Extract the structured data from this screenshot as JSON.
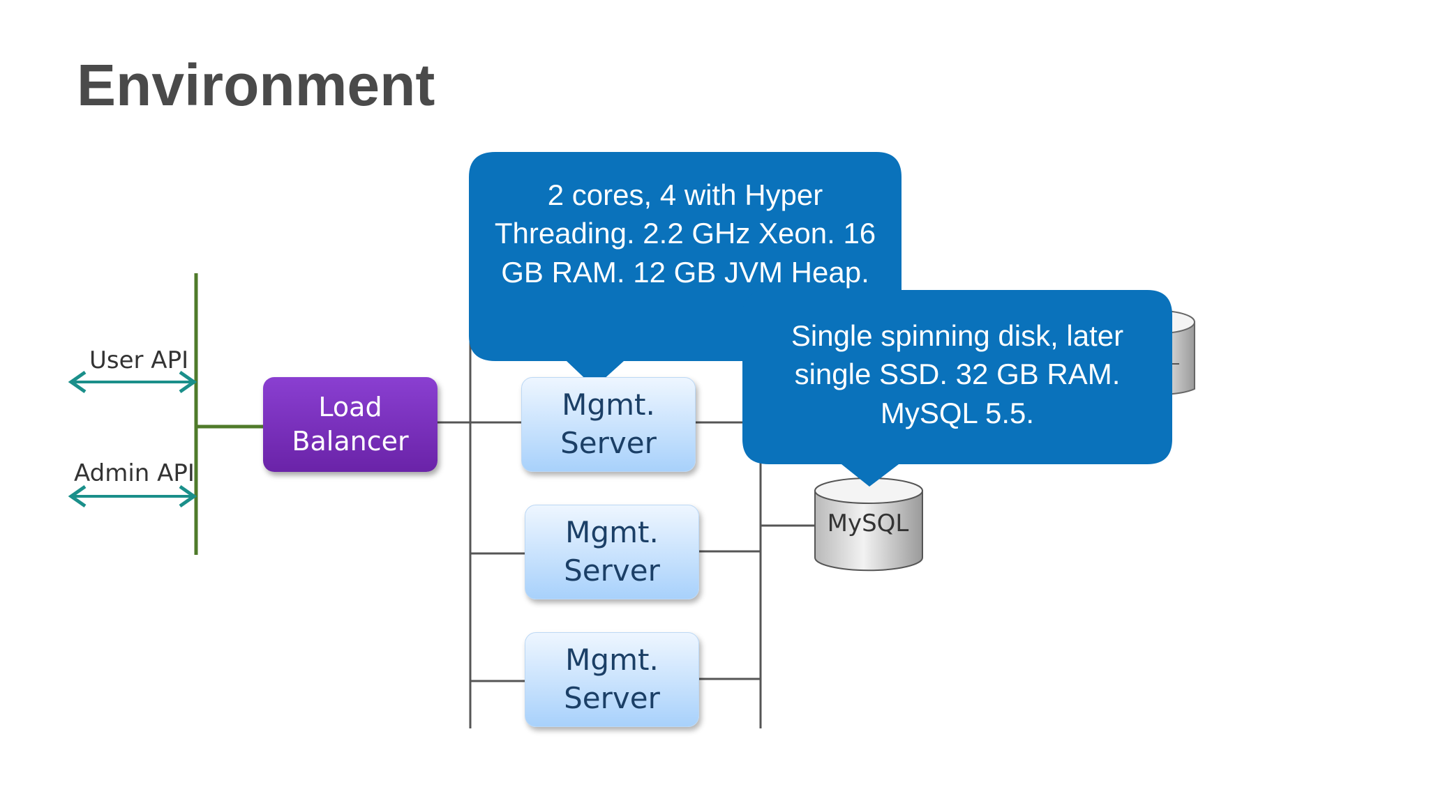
{
  "slide": {
    "title": "Environment",
    "labels": {
      "user_api": "User API",
      "admin_api": "Admin API"
    },
    "load_balancer": {
      "line1": "Load",
      "line2": "Balancer"
    },
    "mgmt_servers": [
      {
        "line1": "Mgmt.",
        "line2": "Server"
      },
      {
        "line1": "Mgmt.",
        "line2": "Server"
      },
      {
        "line1": "Mgmt.",
        "line2": "Server"
      }
    ],
    "database": {
      "label": "MySQL"
    },
    "callouts": {
      "mgmt_spec": "2 cores, 4 with Hyper Threading.  2.2 GHz Xeon. 16 GB RAM.  12 GB JVM Heap.",
      "db_spec": "Single spinning disk, later single SSD.  32 GB RAM. MySQL 5.5."
    },
    "colors": {
      "title": "#4a4a4a",
      "callout": "#0a72bb",
      "load_balancer": "#7b2fc0",
      "mgmt_server": "#a8d1fb",
      "green_bus": "#4f7a2a",
      "api_arrow": "#1a8f8a"
    }
  }
}
